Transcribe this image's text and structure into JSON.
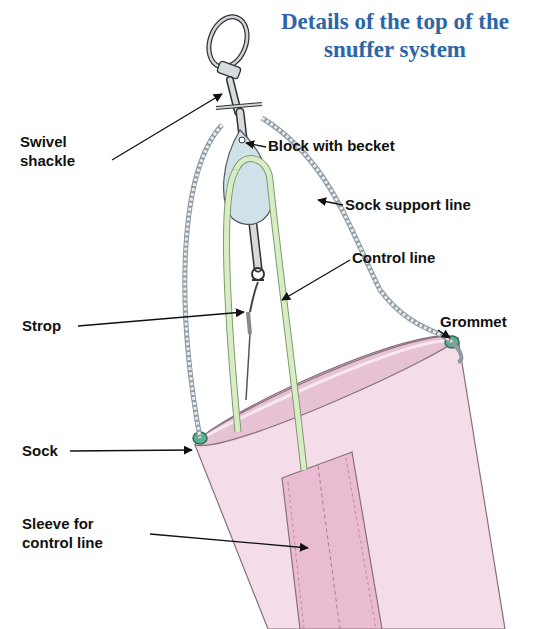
{
  "diagram": {
    "title": "Details of the top of the snuffer system",
    "labels": [
      "Swivel shackle",
      "Block with becket",
      "Sock support line",
      "Control line",
      "Grommet",
      "Strop",
      "Sock",
      "Sleeve for control line"
    ]
  }
}
